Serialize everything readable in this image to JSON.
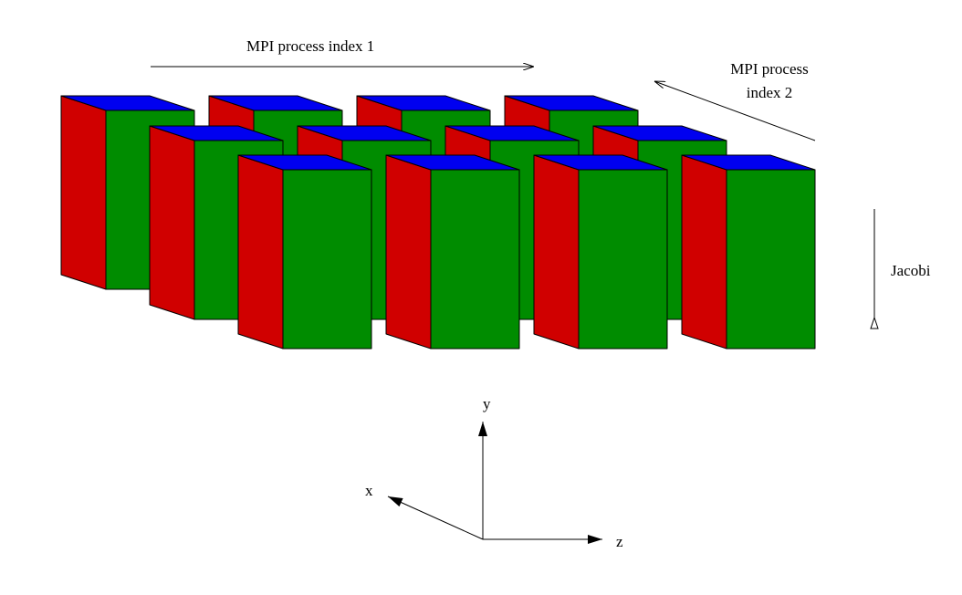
{
  "labels": {
    "mpi_index_1": "MPI process index 1",
    "mpi_index_2_line1": "MPI process",
    "mpi_index_2_line2": "index 2",
    "jacobi": "Jacobi",
    "axis_y": "y",
    "axis_x": "x",
    "axis_z": "z"
  },
  "grid": {
    "rows": 3,
    "columns": 4
  },
  "colors": {
    "front_face": "#008c00",
    "side_face": "#d00000",
    "top_face": "#0000f0",
    "stroke": "#000000"
  }
}
